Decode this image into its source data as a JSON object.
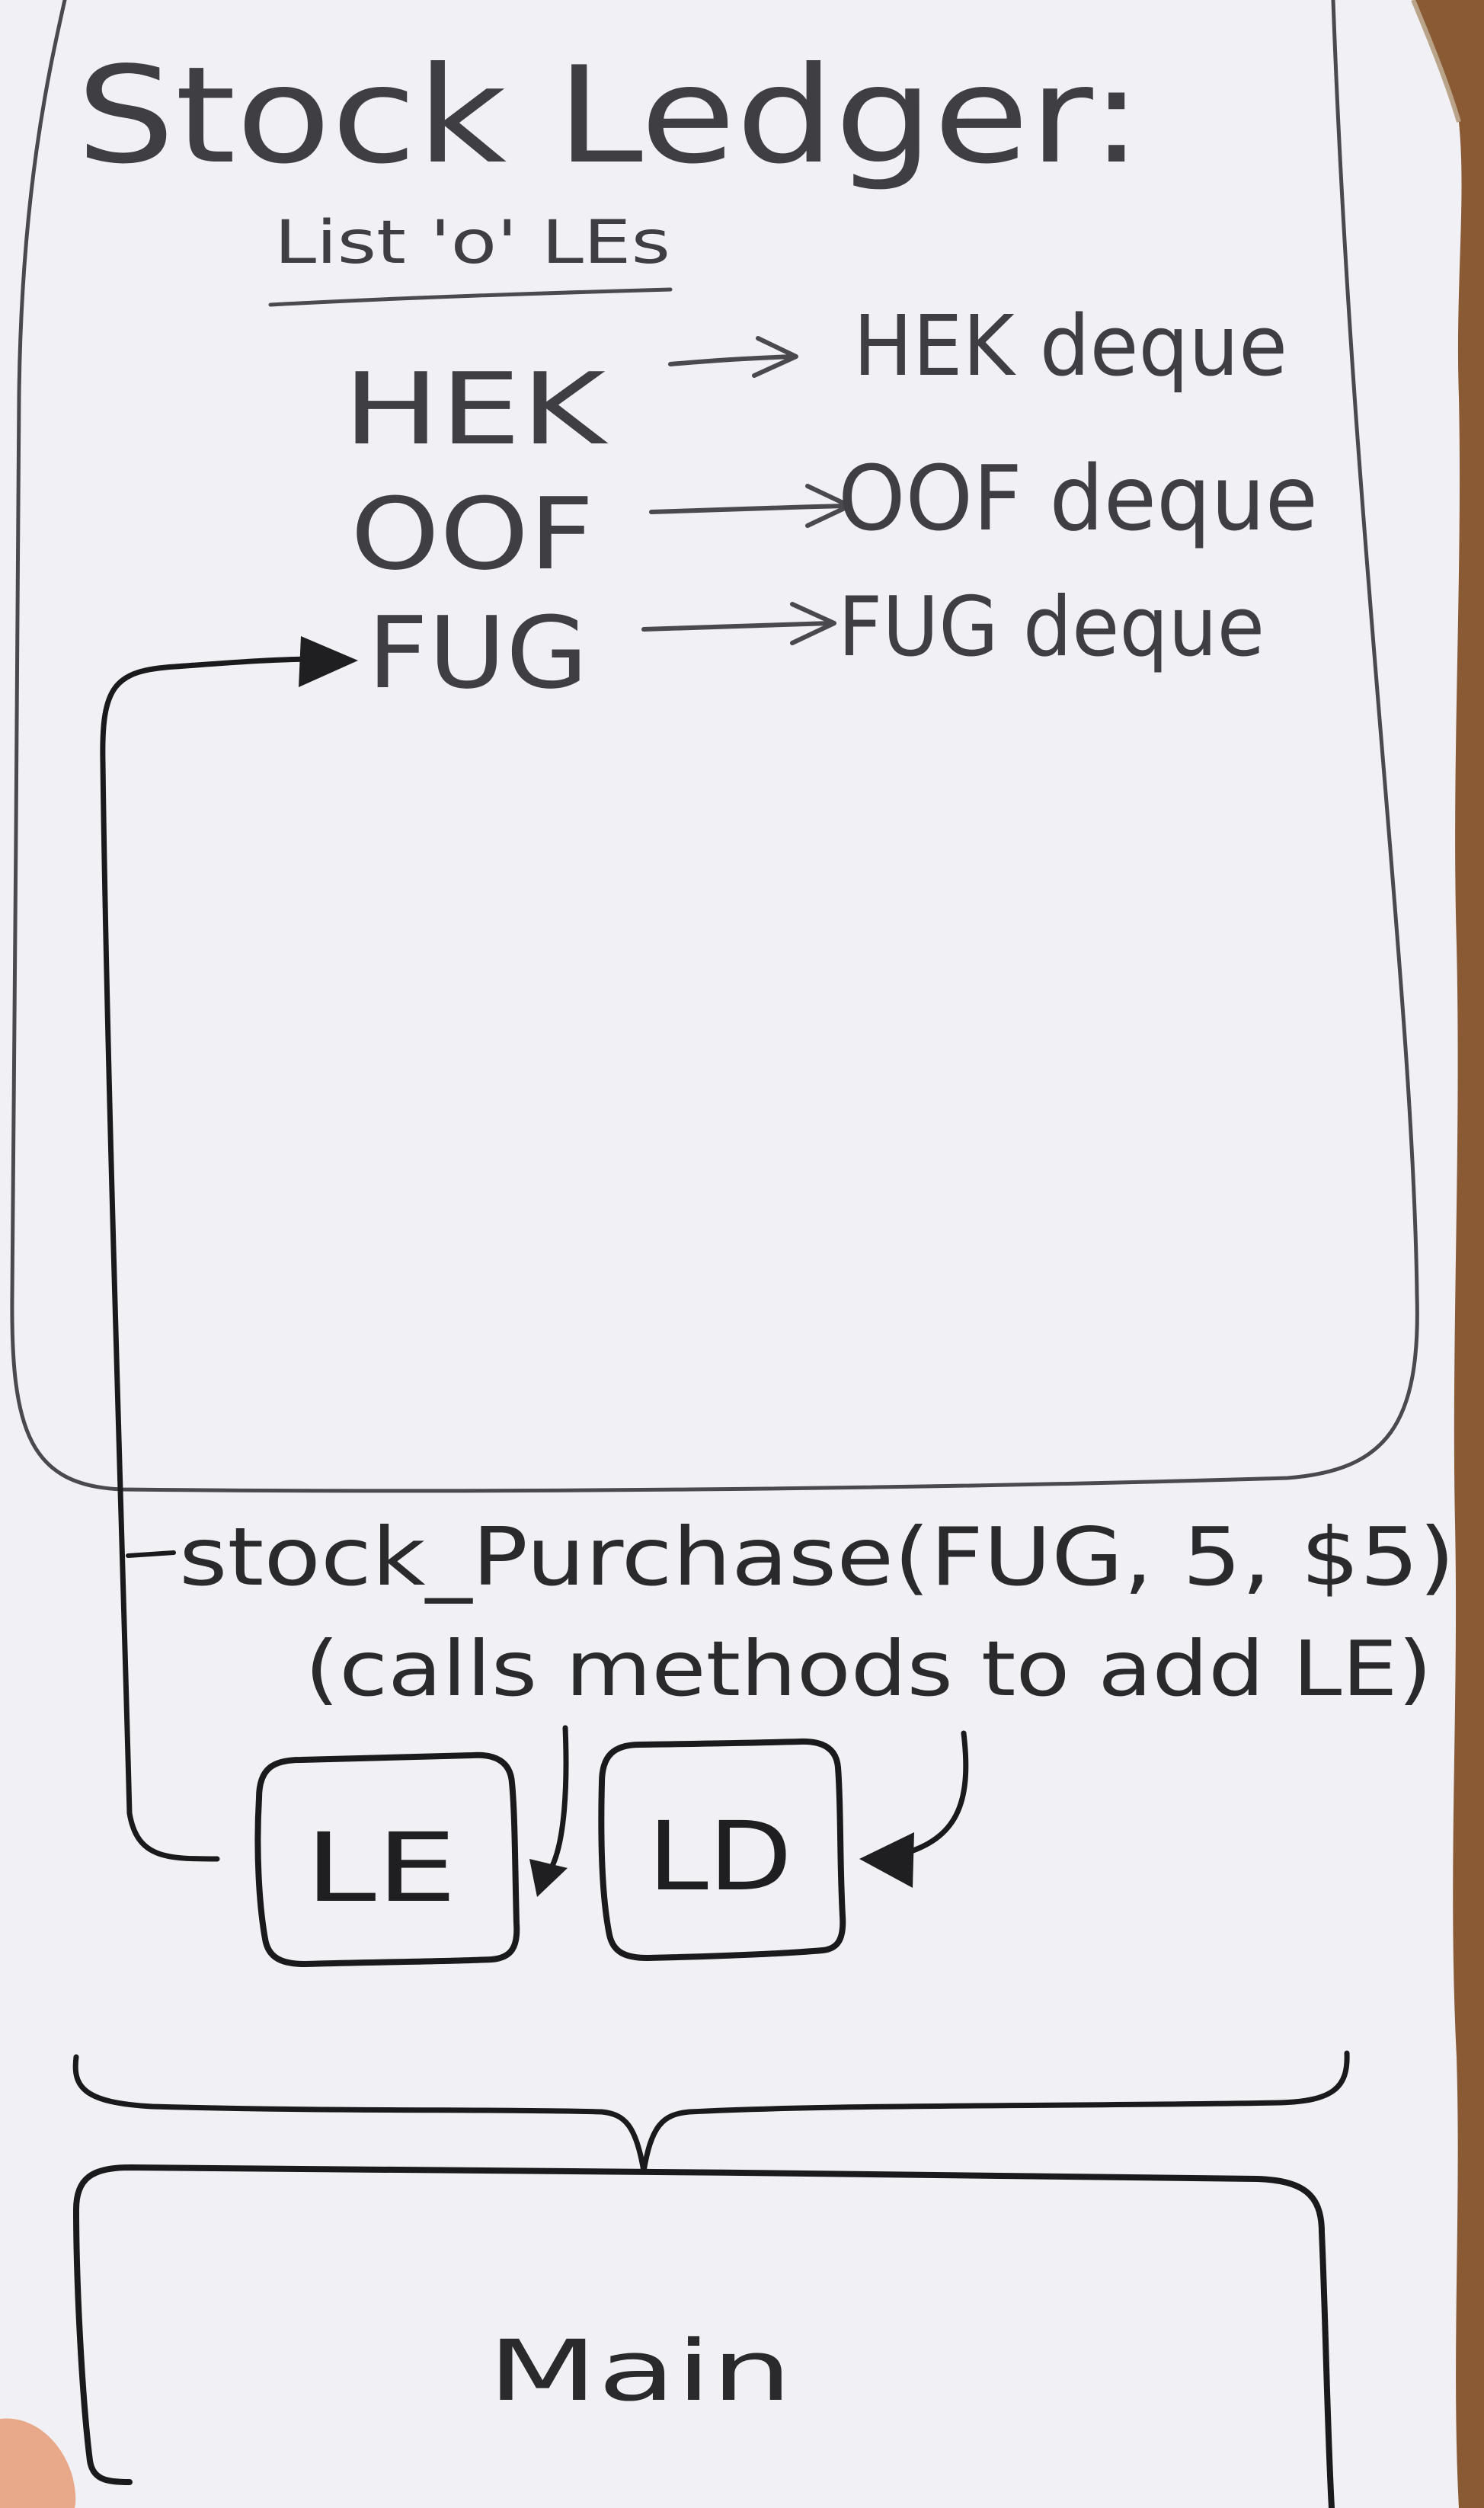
{
  "title": "Stock Ledger:",
  "subtitle": "List 'o' LEs",
  "entries": [
    {
      "key": "HEK",
      "value": "HEK deque"
    },
    {
      "key": "OOF",
      "value": "OOF deque"
    },
    {
      "key": "FUG",
      "value": "FUG deque"
    }
  ],
  "call": {
    "signature": "stock_Purchase(FUG, 5, $5)",
    "note": "(calls methods to add LE)"
  },
  "boxes": {
    "le": "LE",
    "ld": "LD"
  },
  "main_label": "Main",
  "colors": {
    "paper": "#f1f0f4",
    "pencil": "#4a4a4e",
    "ink": "#1a1a1c",
    "wood": "#8a5a35"
  }
}
